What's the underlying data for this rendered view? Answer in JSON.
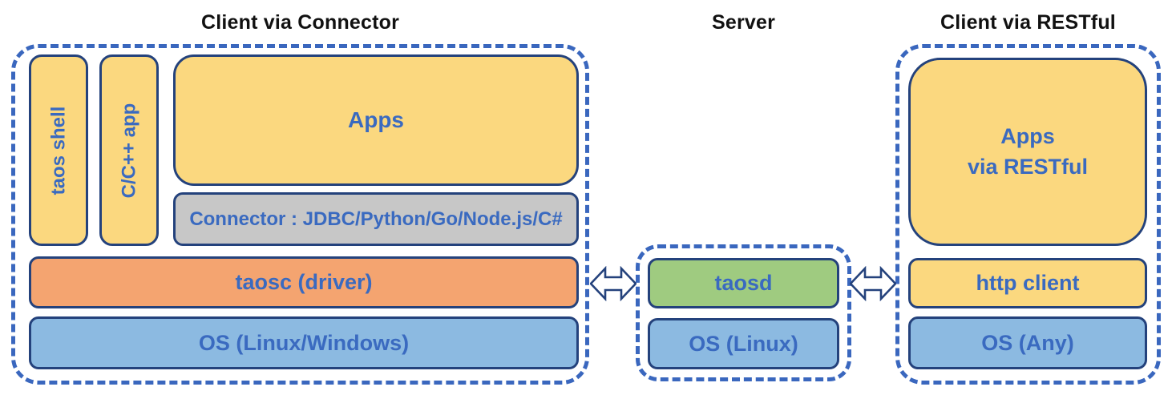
{
  "colors": {
    "dash_border": "#3A67BE",
    "box_border": "#24427C",
    "yellow": "#FBD87F",
    "orange": "#F4A470",
    "gray": "#C7C7C7",
    "green": "#9FCB80",
    "blue": "#8CBAE1",
    "text_blue": "#3A6AC0",
    "title_color": "#111111"
  },
  "sections": {
    "connector": {
      "title": "Client via Connector",
      "boxes": {
        "taos_shell": "taos shell",
        "cpp_app": "C/C++ app",
        "apps": "Apps",
        "connector": "Connector : JDBC/Python/Go/Node.js/C#",
        "taosc": "taosc (driver)",
        "os": "OS (Linux/Windows)"
      }
    },
    "server": {
      "title": "Server",
      "boxes": {
        "taosd": "taosd",
        "os": "OS (Linux)"
      }
    },
    "restful": {
      "title": "Client via RESTful",
      "boxes": {
        "apps_line1": "Apps",
        "apps_line2": "via RESTful",
        "http_client": "http client",
        "os": "OS (Any)"
      }
    }
  },
  "icons": {
    "left_arrow": "bidirectional-arrow",
    "right_arrow": "bidirectional-arrow"
  }
}
